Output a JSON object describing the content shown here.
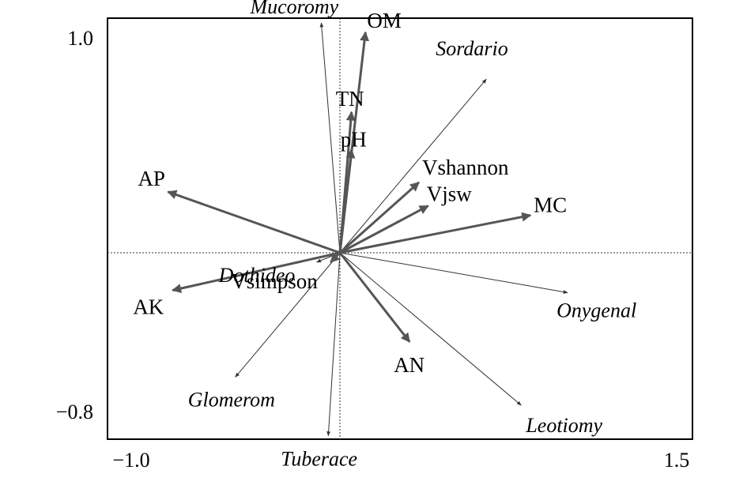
{
  "chart_data": {
    "type": "scatter",
    "title": "",
    "xlabel": "",
    "ylabel": "",
    "xlim": [
      -1.0,
      1.5
    ],
    "ylim": [
      -0.8,
      1.0
    ],
    "x_tick_labels": [
      "−1.0",
      "1.5"
    ],
    "y_tick_labels": [
      "1.0",
      "−0.8"
    ],
    "reference_lines": {
      "x": 0,
      "y": 0,
      "style": "dotted"
    },
    "grid": false,
    "environmental_vectors": [
      {
        "name": "OM",
        "x": 0.11,
        "y": 0.94
      },
      {
        "name": "TN",
        "x": 0.05,
        "y": 0.6
      },
      {
        "name": "pH",
        "x": 0.05,
        "y": 0.44
      },
      {
        "name": "AP",
        "x": -0.74,
        "y": 0.26
      },
      {
        "name": "Vshannon",
        "x": 0.34,
        "y": 0.3
      },
      {
        "name": "Vjsw",
        "x": 0.38,
        "y": 0.2
      },
      {
        "name": "MC",
        "x": 0.82,
        "y": 0.16
      },
      {
        "name": "AK",
        "x": -0.72,
        "y": -0.16
      },
      {
        "name": "Vsimpson",
        "x": -0.04,
        "y": -0.04
      },
      {
        "name": "AN",
        "x": 0.3,
        "y": -0.38
      }
    ],
    "taxa_vectors": [
      {
        "name": "Mucoromy",
        "x": -0.08,
        "y": 0.98
      },
      {
        "name": "Sordario",
        "x": 0.63,
        "y": 0.74
      },
      {
        "name": "Dothideo",
        "x": -0.1,
        "y": -0.04
      },
      {
        "name": "Onygenal",
        "x": 0.98,
        "y": -0.17
      },
      {
        "name": "Glomerom",
        "x": -0.45,
        "y": -0.53
      },
      {
        "name": "Tuberace",
        "x": -0.05,
        "y": -0.78
      },
      {
        "name": "Leotiomy",
        "x": 0.78,
        "y": -0.65
      }
    ]
  }
}
